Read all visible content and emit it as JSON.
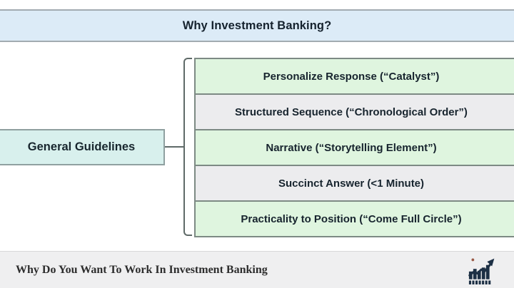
{
  "header": {
    "title": "Why Investment Banking?"
  },
  "left_box": {
    "label": "General Guidelines"
  },
  "guidelines": {
    "items": [
      {
        "label": "Personalize Response (“Catalyst”)"
      },
      {
        "label": "Structured Sequence (“Chronological Order”)"
      },
      {
        "label": "Narrative (“Storytelling Element”)"
      },
      {
        "label": "Succinct Answer (<1 Minute)"
      },
      {
        "label": "Practicality to Position (“Come Full Circle”)"
      }
    ]
  },
  "footer": {
    "title": "Why Do You Want To Work In Investment Banking",
    "logo_icon": "stock-growth-chart"
  },
  "colors": {
    "header_bg": "#dcebf7",
    "left_box_bg": "#d8f0ed",
    "row_green_bg": "#dff5df",
    "row_gray_bg": "#ececee",
    "row_border": "#7d8a84",
    "footer_bg": "#efeff0",
    "text_dark": "#17242e",
    "logo_navy": "#1d3045",
    "logo_dot": "#9b5a47"
  }
}
